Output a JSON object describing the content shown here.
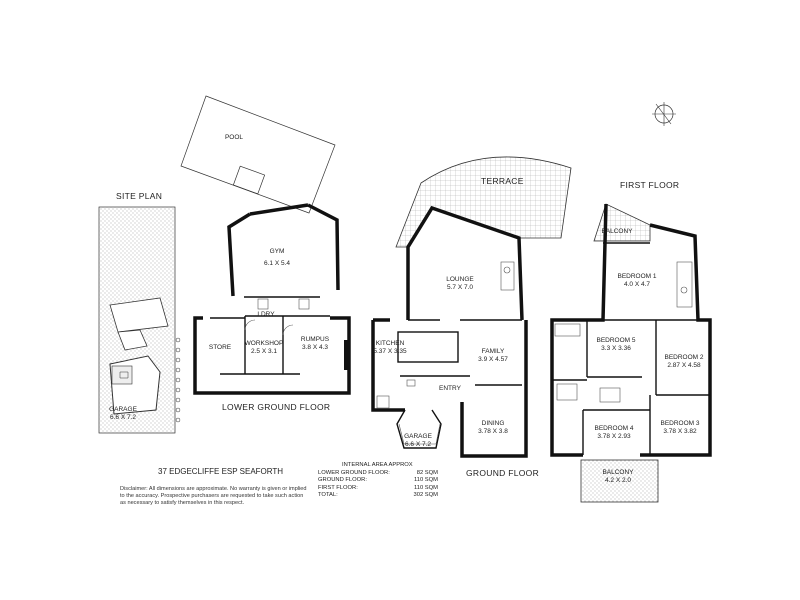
{
  "labels": {
    "pool": "POOL",
    "terrace": "TERRACE",
    "site_plan": "SITE PLAN",
    "first_floor": "FIRST FLOOR",
    "lower_ground_floor": "LOWER GROUND FLOOR",
    "ground_floor": "GROUND FLOOR"
  },
  "rooms": {
    "gym": {
      "name": "GYM",
      "dim": "6.1 X 5.4"
    },
    "ldry": {
      "name": "LDRY"
    },
    "store": {
      "name": "STORE"
    },
    "workshop": {
      "name": "WORKSHOP",
      "dim": "2.5 X 3.1"
    },
    "rumpus": {
      "name": "RUMPUS",
      "dim": "3.8 X 4.3"
    },
    "lounge": {
      "name": "LOUNGE",
      "dim": "5.7 X 7.0"
    },
    "kitchen": {
      "name": "KITCHEN",
      "dim": "5.37 X 3.35"
    },
    "family": {
      "name": "FAMILY",
      "dim": "3.9 X 4.57"
    },
    "entry": {
      "name": "ENTRY"
    },
    "dining": {
      "name": "DINING",
      "dim": "3.78 X 3.8"
    },
    "garage_gf": {
      "name": "GARAGE",
      "dim": "6.6 X 7.2"
    },
    "garage_site": {
      "name": "GARAGE",
      "dim": "6.6 X 7.2"
    },
    "balcony_top": {
      "name": "BALCONY"
    },
    "bedroom1": {
      "name": "BEDROOM 1",
      "dim": "4.0 X 4.7"
    },
    "bedroom5": {
      "name": "BEDROOM 5",
      "dim": "3.3 X 3.36"
    },
    "bedroom2": {
      "name": "BEDROOM 2",
      "dim": "2.87 X 4.58"
    },
    "bedroom4": {
      "name": "BEDROOM 4",
      "dim": "3.78 X 2.93"
    },
    "bedroom3": {
      "name": "BEDROOM 3",
      "dim": "3.78 X 3.82"
    },
    "balcony_bottom": {
      "name": "BALCONY",
      "dim": "4.2 X 2.0"
    }
  },
  "address": "37 EDGECLIFFE ESP SEAFORTH",
  "disclaimer": "Disclaimer: All dimensions are approximate. No warranty is given or implied to the accuracy. Prospective purchasers are requested to take such action as necessary to satisfy themselves in this respect.",
  "area": {
    "heading": "INTERNAL AREA APPROX",
    "rows": [
      {
        "label": "LOWER GROUND FLOOR:",
        "value": "82 SQM"
      },
      {
        "label": "GROUND FLOOR:",
        "value": "110 SQM"
      },
      {
        "label": "FIRST FLOOR:",
        "value": "110 SQM"
      },
      {
        "label": "TOTAL:",
        "value": "302 SQM"
      }
    ]
  }
}
